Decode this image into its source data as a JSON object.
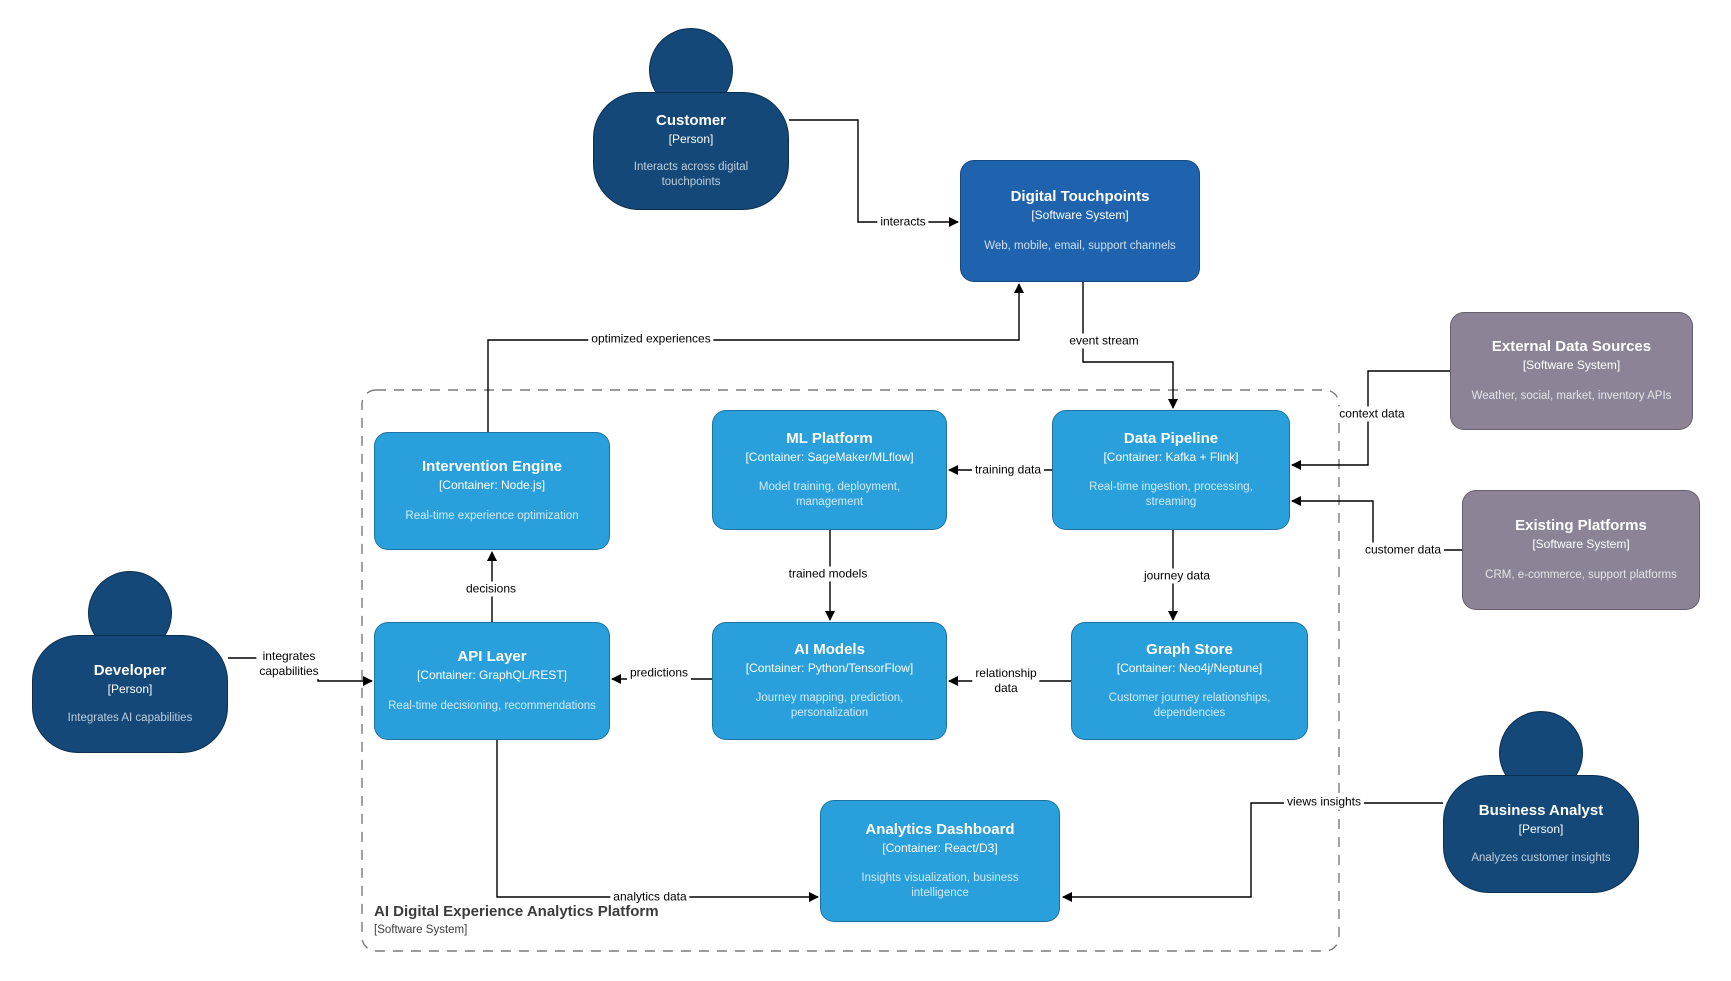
{
  "boundary": {
    "title": "AI Digital Experience Analytics Platform",
    "subtitle": "[Software System]"
  },
  "nodes": {
    "customer": {
      "title": "Customer",
      "subtitle": "[Person]",
      "desc": "Interacts across digital touchpoints"
    },
    "developer": {
      "title": "Developer",
      "subtitle": "[Person]",
      "desc": "Integrates AI capabilities"
    },
    "business_analyst": {
      "title": "Business Analyst",
      "subtitle": "[Person]",
      "desc": "Analyzes customer insights"
    },
    "digital_touchpoints": {
      "title": "Digital Touchpoints",
      "subtitle": "[Software System]",
      "desc": "Web, mobile, email, support channels"
    },
    "external_data_sources": {
      "title": "External Data Sources",
      "subtitle": "[Software System]",
      "desc": "Weather, social, market, inventory APIs"
    },
    "existing_platforms": {
      "title": "Existing Platforms",
      "subtitle": "[Software System]",
      "desc": "CRM, e-commerce, support platforms"
    },
    "intervention_engine": {
      "title": "Intervention Engine",
      "subtitle": "[Container: Node.js]",
      "desc": "Real-time experience optimization"
    },
    "ml_platform": {
      "title": "ML Platform",
      "subtitle": "[Container: SageMaker/MLflow]",
      "desc": "Model training, deployment, management"
    },
    "data_pipeline": {
      "title": "Data Pipeline",
      "subtitle": "[Container: Kafka + Flink]",
      "desc": "Real-time ingestion, processing, streaming"
    },
    "api_layer": {
      "title": "API Layer",
      "subtitle": "[Container: GraphQL/REST]",
      "desc": "Real-time decisioning, recommendations"
    },
    "ai_models": {
      "title": "AI Models",
      "subtitle": "[Container: Python/TensorFlow]",
      "desc": "Journey mapping, prediction, personalization"
    },
    "graph_store": {
      "title": "Graph Store",
      "subtitle": "[Container: Neo4j/Neptune]",
      "desc": "Customer journey relationships, dependencies"
    },
    "analytics_dashboard": {
      "title": "Analytics Dashboard",
      "subtitle": "[Container: React/D3]",
      "desc": "Insights visualization, business intelligence"
    }
  },
  "edges": {
    "interacts": "interacts",
    "optimized_experiences": "optimized experiences",
    "event_stream": "event stream",
    "context_data": "context data",
    "customer_data": "customer data",
    "training_data": "training data",
    "trained_models": "trained models",
    "journey_data": "journey data",
    "relationship_data": "relationship\ndata",
    "predictions": "predictions",
    "decisions": "decisions",
    "integrates_capabilities": "integrates\ncapabilities",
    "analytics_data": "analytics data",
    "views_insights": "views insights"
  },
  "colors": {
    "person": "#134878",
    "software_system": "#1f63ae",
    "container": "#29a0db",
    "external_system": "#8c8496",
    "connector": "#000000",
    "boundary_dash": "#7a7a7a"
  }
}
